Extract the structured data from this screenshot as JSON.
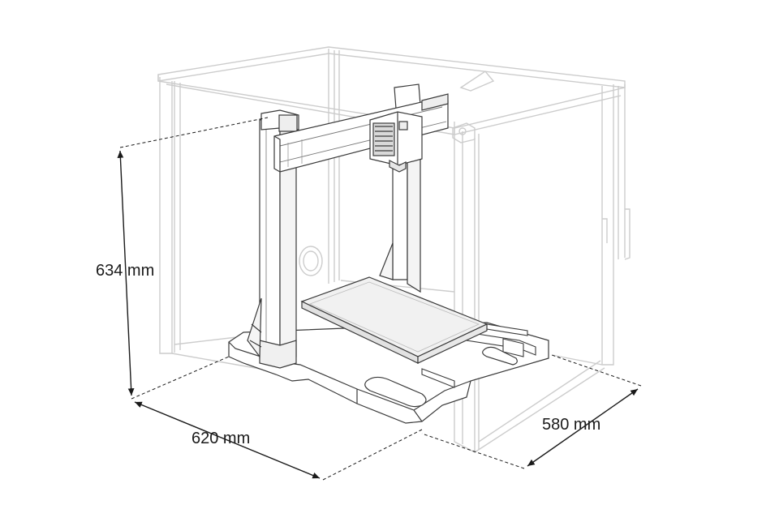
{
  "dimensions": {
    "height": "634 mm",
    "width": "620 mm",
    "depth": "580 mm"
  },
  "colors": {
    "enclosure": "#cfcfcf",
    "printer": "#3a3a3a",
    "dimension_line": "#1a1a1a"
  }
}
